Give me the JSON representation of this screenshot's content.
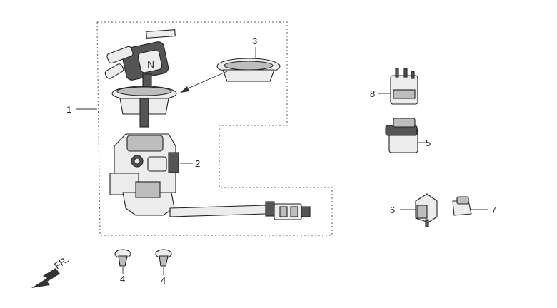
{
  "callouts": {
    "p1": "1",
    "p2": "2",
    "p3": "3",
    "p4a": "4",
    "p4b": "4",
    "p5": "5",
    "p6": "6",
    "p7": "7",
    "p8": "8"
  },
  "direction": {
    "label": "FR."
  }
}
